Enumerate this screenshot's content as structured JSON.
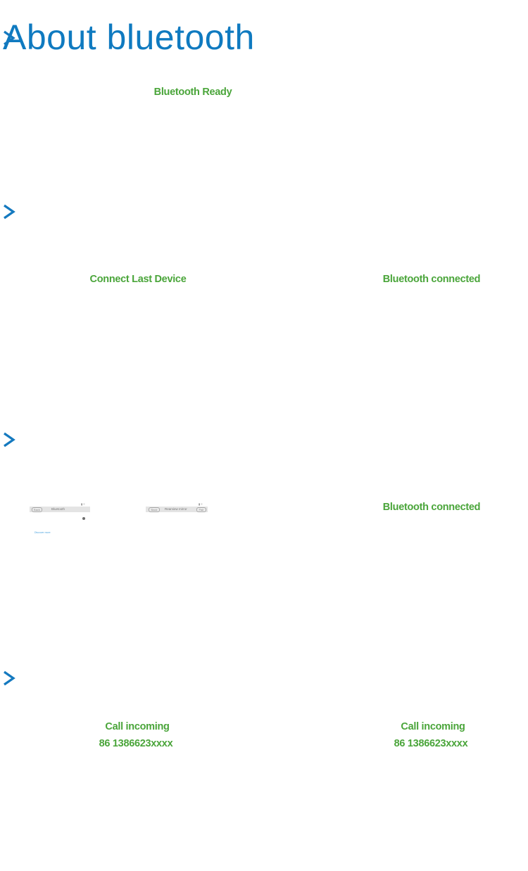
{
  "page": {
    "title": "About bluetooth"
  },
  "sections": [
    {
      "messages": [
        "Bluetooth  Ready"
      ]
    },
    {
      "messages": [
        "Connect Last Device",
        "Bluetooth connected"
      ]
    },
    {
      "screens": {
        "bluetooth": {
          "back_label": "Back",
          "title": "Bluetooth",
          "status": "▮ ≡",
          "link": "Discover more"
        },
        "pair": {
          "back_label": "Back",
          "title": "Rearview mirror",
          "pair_label": "Pair",
          "status": "▮ ≡"
        }
      },
      "messages": [
        "Bluetooth connected"
      ]
    },
    {
      "left": {
        "line1": "Call incoming",
        "line2": "86 1386623xxxx"
      },
      "right": {
        "line1": "Call incoming",
        "line2": "86 1386623xxxx"
      }
    }
  ],
  "icons": {
    "chevron": "chevron-right-icon"
  },
  "colors": {
    "title": "#0f7ac0",
    "chevron": "#1479bf",
    "status_green": "#4aa53a"
  }
}
